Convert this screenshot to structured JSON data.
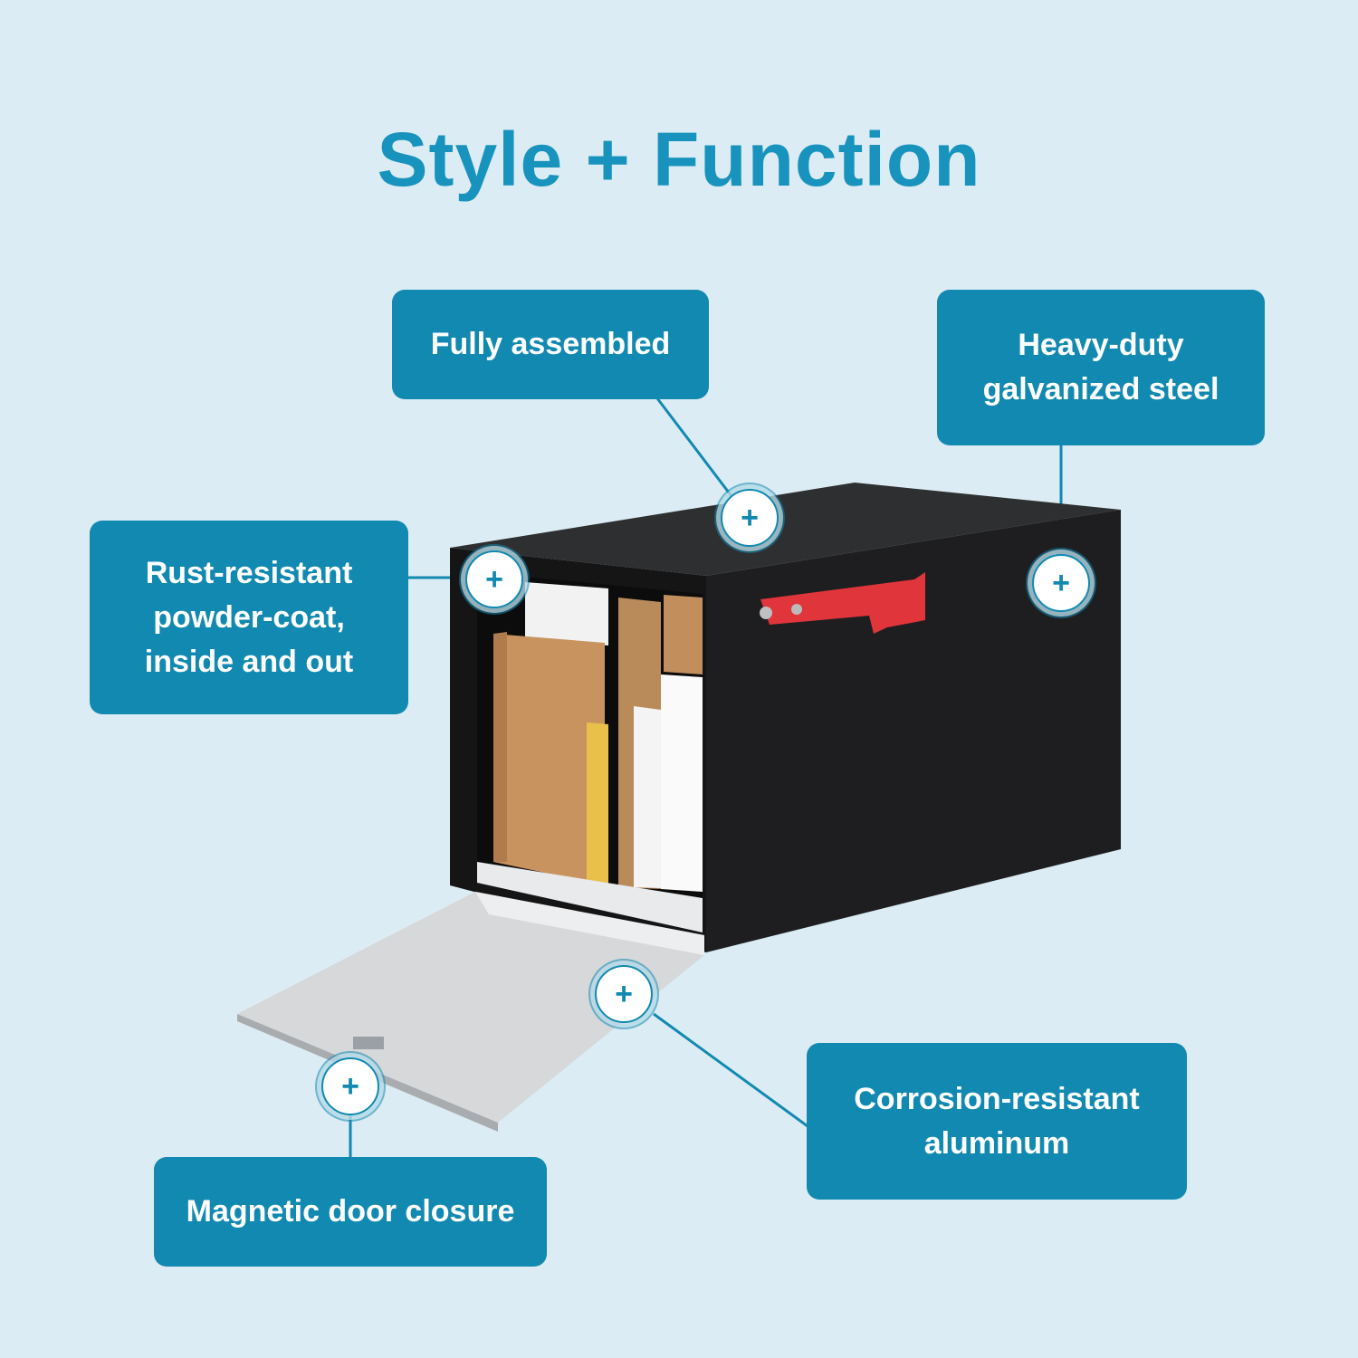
{
  "title": "Style + Function",
  "colors": {
    "background": "#dcecf4",
    "title": "#1893bd",
    "callout_fill": "#1189b0",
    "callout_text": "#ffffff",
    "mailbox_body": "#1d1d1f",
    "flag": "#e0353b",
    "door": "#d6d8da"
  },
  "callouts": {
    "fully_assembled": {
      "lines": [
        "Fully assembled"
      ]
    },
    "heavy_duty": {
      "lines": [
        "Heavy-duty",
        "galvanized steel"
      ]
    },
    "rust_resistant": {
      "lines": [
        "Rust-resistant",
        "powder-coat,",
        "inside and out"
      ]
    },
    "corrosion_resistant": {
      "lines": [
        "Corrosion-resistant",
        "aluminum"
      ]
    },
    "magnetic": {
      "lines": [
        "Magnetic door closure"
      ]
    }
  },
  "hotspot_icon": "plus-icon",
  "hotspot_symbol": "+"
}
